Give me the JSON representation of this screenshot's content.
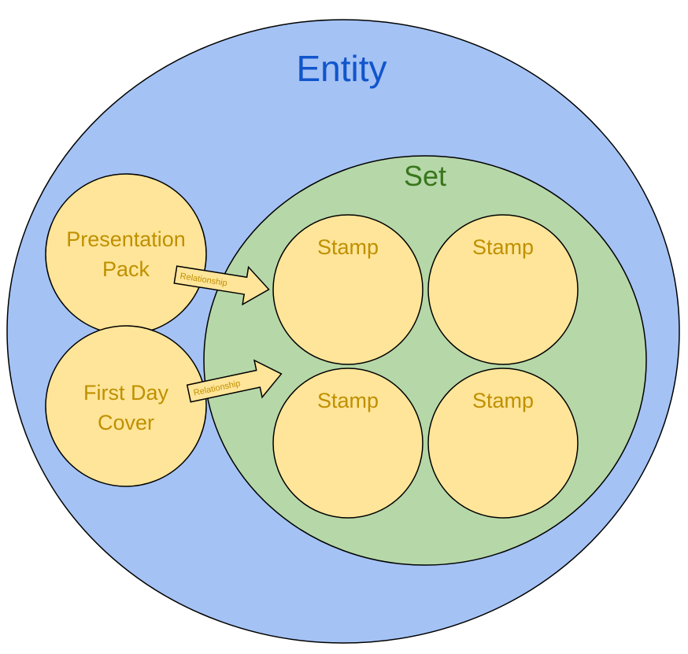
{
  "entity": {
    "label": "Entity"
  },
  "set": {
    "label": "Set"
  },
  "stamps": [
    {
      "label": "Stamp"
    },
    {
      "label": "Stamp"
    },
    {
      "label": "Stamp"
    },
    {
      "label": "Stamp"
    }
  ],
  "presentation_pack": {
    "line1": "Presentation",
    "line2": "Pack"
  },
  "first_day_cover": {
    "line1": "First Day",
    "line2": "Cover"
  },
  "relationships": [
    {
      "label": "Relationship"
    },
    {
      "label": "Relationship"
    }
  ],
  "colors": {
    "entity_fill": "#a4c2f4",
    "entity_text": "#1155cc",
    "set_fill": "#b6d7a8",
    "set_text": "#38761d",
    "node_fill": "#ffe599",
    "node_text": "#bf9000",
    "stroke": "#000000"
  }
}
